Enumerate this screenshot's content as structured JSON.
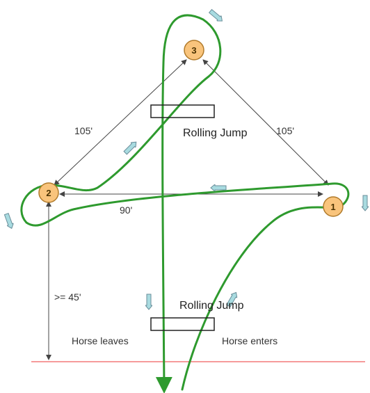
{
  "diagram": {
    "barrels": [
      {
        "id": "barrel-1",
        "label": "1"
      },
      {
        "id": "barrel-2",
        "label": "2"
      },
      {
        "id": "barrel-3",
        "label": "3"
      }
    ],
    "distances": {
      "left_side": "105'",
      "right_side": "105'",
      "base": "90'",
      "to_line": ">= 45'"
    },
    "jumps": {
      "upper": "Rolling Jump",
      "lower": "Rolling Jump"
    },
    "horse_leaves": "Horse leaves",
    "horse_enters": "Horse enters",
    "colors": {
      "path": "#2e9a2e",
      "barrel_fill": "#f9c47c",
      "barrel_stroke": "#b07a2a",
      "line": "#f47a7a",
      "arrow_fill": "#a8dbe0",
      "arrow_stroke": "#6a8e9a",
      "measure": "#444444"
    }
  }
}
